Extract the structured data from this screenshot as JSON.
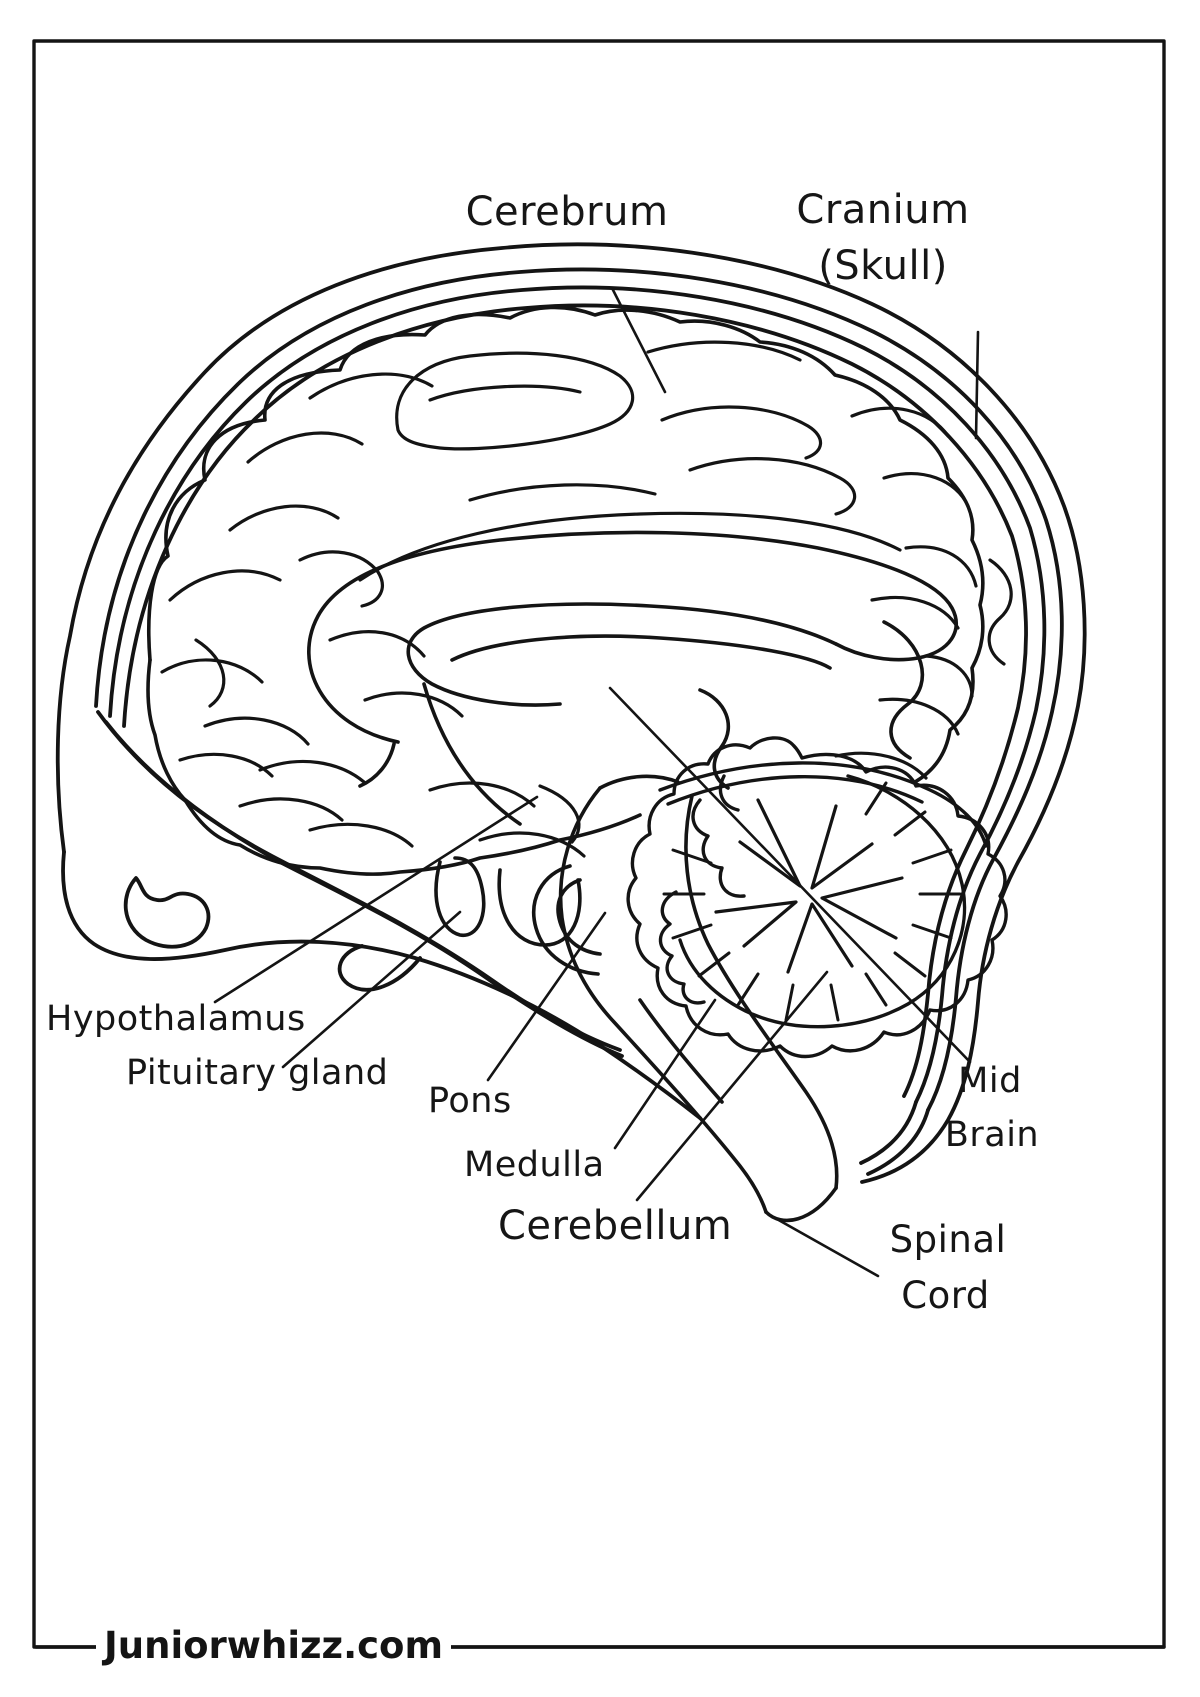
{
  "page": {
    "background_color": "#ffffff",
    "ink_color": "#141414",
    "type_note": "black-and-white brain anatomy coloring page, sagittal section inside skull, framed"
  },
  "watermark": {
    "text": "Juniorwhizz.com"
  },
  "diagram": {
    "subject": "Human brain side cross-section with skull",
    "labels": {
      "cerebrum": "Cerebrum",
      "cranium_line1": "Cranium",
      "cranium_line2": "(Skull)",
      "hypothalamus": "Hypothalamus",
      "pituitary": "Pituitary gland",
      "pons": "Pons",
      "medulla": "Medulla",
      "cerebellum": "Cerebellum",
      "midbrain_line1": "Mid",
      "midbrain_line2": "Brain",
      "spinal_line1": "Spinal",
      "spinal_line2": "Cord"
    }
  }
}
